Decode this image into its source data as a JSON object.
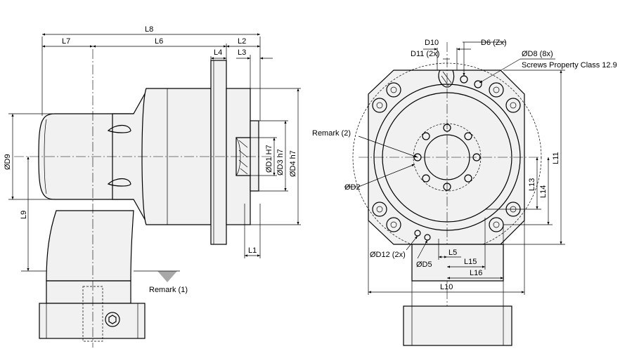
{
  "labels": {
    "L8": "L8",
    "L7": "L7",
    "L6": "L6",
    "L2": "L2",
    "L4": "L4",
    "L3": "L3",
    "D9": "ØD9",
    "L9": "L9",
    "D1": "ØD1 H7",
    "D3": "ØD3 h7",
    "D4": "ØD4 h7",
    "L1": "L1",
    "remark1": "Remark (1)",
    "D10": "D10",
    "D11": "D11 (2x)",
    "D6": "D6 (Zx)",
    "D8": "ØD8 (8x)",
    "screws": "Screws Property Class 12.9",
    "remark2": "Remark (2)",
    "D2": "ØD2",
    "L11": "L11",
    "L13": "L13",
    "L14": "L14",
    "D12": "ØD12 (2x)",
    "L5": "L5",
    "D5": "ØD5",
    "L15": "L15",
    "L16": "L16",
    "L10": "L10"
  }
}
